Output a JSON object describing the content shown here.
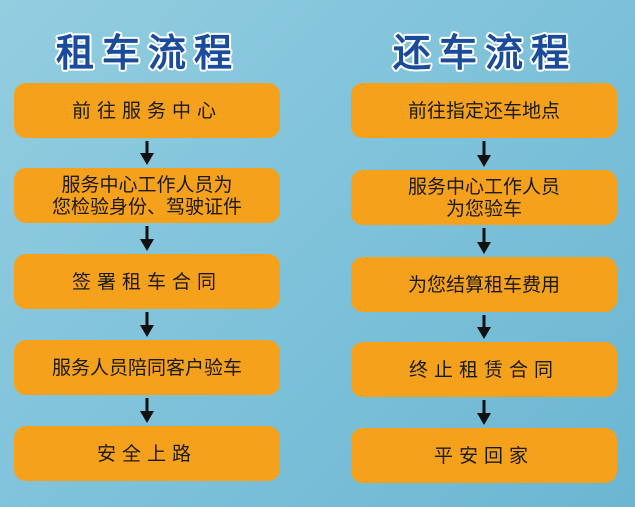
{
  "rent": {
    "title": "租车流程",
    "steps": [
      "前往服务中心",
      "服务中心工作人员为\n您检验身份、驾驶证件",
      "签署租车合同",
      "服务人员陪同客户验车",
      "安全上路"
    ]
  },
  "return": {
    "title": "还车流程",
    "steps": [
      "前往指定还车地点",
      "服务中心工作人员\n为您验车",
      "为您结算租车费用",
      "终止租赁合同",
      "平安回家"
    ]
  }
}
